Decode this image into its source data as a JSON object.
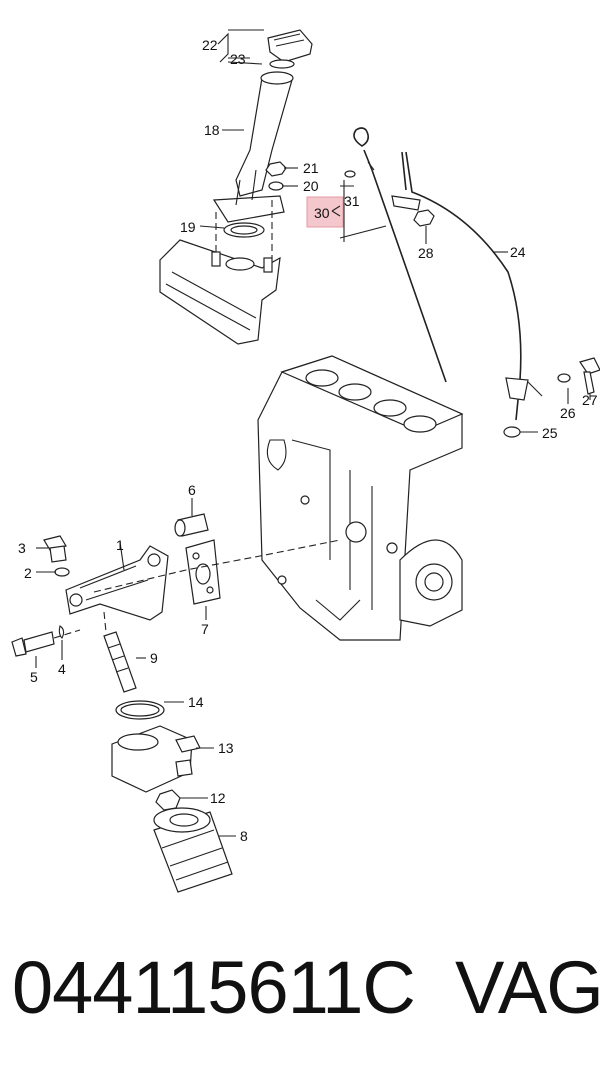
{
  "diagram": {
    "callouts": {
      "c1": "1",
      "c2": "2",
      "c3": "3",
      "c4": "4",
      "c5": "5",
      "c6": "6",
      "c7": "7",
      "c8": "8",
      "c9": "9",
      "c12": "12",
      "c13": "13",
      "c14": "14",
      "c18": "18",
      "c19": "19",
      "c20": "20",
      "c21": "21",
      "c22": "22",
      "c23": "23",
      "c24": "24",
      "c25": "25",
      "c26": "26",
      "c27": "27",
      "c28": "28",
      "c30": "30",
      "c31": "31"
    },
    "highlight_color": "#f4c7cc"
  },
  "footer": {
    "part_number": "044115611C",
    "brand": "VAG"
  }
}
